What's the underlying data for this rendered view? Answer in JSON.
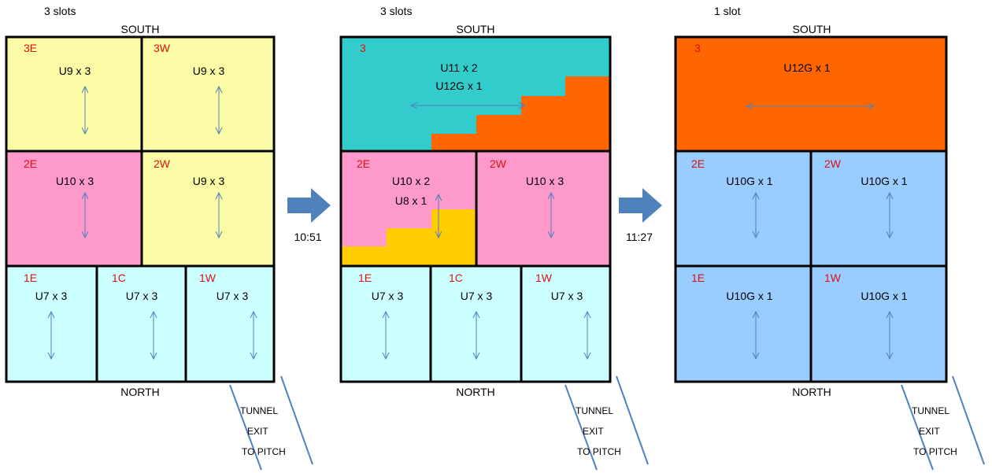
{
  "colors": {
    "yellow": "#fdfca6",
    "pink": "#fe99cc",
    "cyan": "#ccffff",
    "teal": "#33cccc",
    "orange": "#ff6600",
    "gold": "#ffcc00",
    "blue": "#99ccff",
    "arrow": "#4f81bd",
    "tunnel": "#4f81bd",
    "label_red": "#e01010"
  },
  "transitions": [
    {
      "time": "10:51",
      "icon": "right-arrow-icon"
    },
    {
      "time": "11:27",
      "icon": "right-arrow-icon"
    }
  ],
  "panels": [
    {
      "slots": "3 slots",
      "south": "SOUTH",
      "north": "NORTH",
      "sections": [
        {
          "code": "3E",
          "units": [
            "U9 x 3"
          ],
          "color": "yellow"
        },
        {
          "code": "3W",
          "units": [
            "U9 x 3"
          ],
          "color": "yellow"
        },
        {
          "code": "2E",
          "units": [
            "U10 x 3"
          ],
          "color": "pink"
        },
        {
          "code": "2W",
          "units": [
            "U9 x 3"
          ],
          "color": "yellow"
        },
        {
          "code": "1E",
          "units": [
            "U7 x 3"
          ],
          "color": "cyan"
        },
        {
          "code": "1C",
          "units": [
            "U7 x 3"
          ],
          "color": "cyan"
        },
        {
          "code": "1W",
          "units": [
            "U7 x 3"
          ],
          "color": "cyan"
        }
      ],
      "tunnel": [
        "TUNNEL",
        "EXIT",
        "TO PITCH"
      ]
    },
    {
      "slots": "3 slots",
      "south": "SOUTH",
      "north": "NORTH",
      "sections": [
        {
          "code": "3",
          "units": [
            "U11 x 2",
            "U12G x 1"
          ],
          "color": "teal",
          "split_color": "orange"
        },
        {
          "code": "2E",
          "units": [
            "U10 x 2",
            "U8 x 1"
          ],
          "color": "pink",
          "split_color": "gold"
        },
        {
          "code": "2W",
          "units": [
            "U10 x 3"
          ],
          "color": "pink"
        },
        {
          "code": "1E",
          "units": [
            "U7 x 3"
          ],
          "color": "cyan"
        },
        {
          "code": "1C",
          "units": [
            "U7 x 3"
          ],
          "color": "cyan"
        },
        {
          "code": "1W",
          "units": [
            "U7 x 3"
          ],
          "color": "cyan"
        }
      ],
      "tunnel": [
        "TUNNEL",
        "EXIT",
        "TO PITCH"
      ]
    },
    {
      "slots": "1 slot",
      "south": "SOUTH",
      "north": "NORTH",
      "sections": [
        {
          "code": "3",
          "units": [
            "U12G x 1"
          ],
          "color": "orange"
        },
        {
          "code": "2E",
          "units": [
            "U10G x 1"
          ],
          "color": "blue"
        },
        {
          "code": "2W",
          "units": [
            "U10G x 1"
          ],
          "color": "blue"
        },
        {
          "code": "1E",
          "units": [
            "U10G x 1"
          ],
          "color": "blue"
        },
        {
          "code": "1W",
          "units": [
            "U10G x 1"
          ],
          "color": "blue"
        }
      ],
      "tunnel": [
        "TUNNEL",
        "EXIT",
        "TO PITCH"
      ]
    }
  ]
}
